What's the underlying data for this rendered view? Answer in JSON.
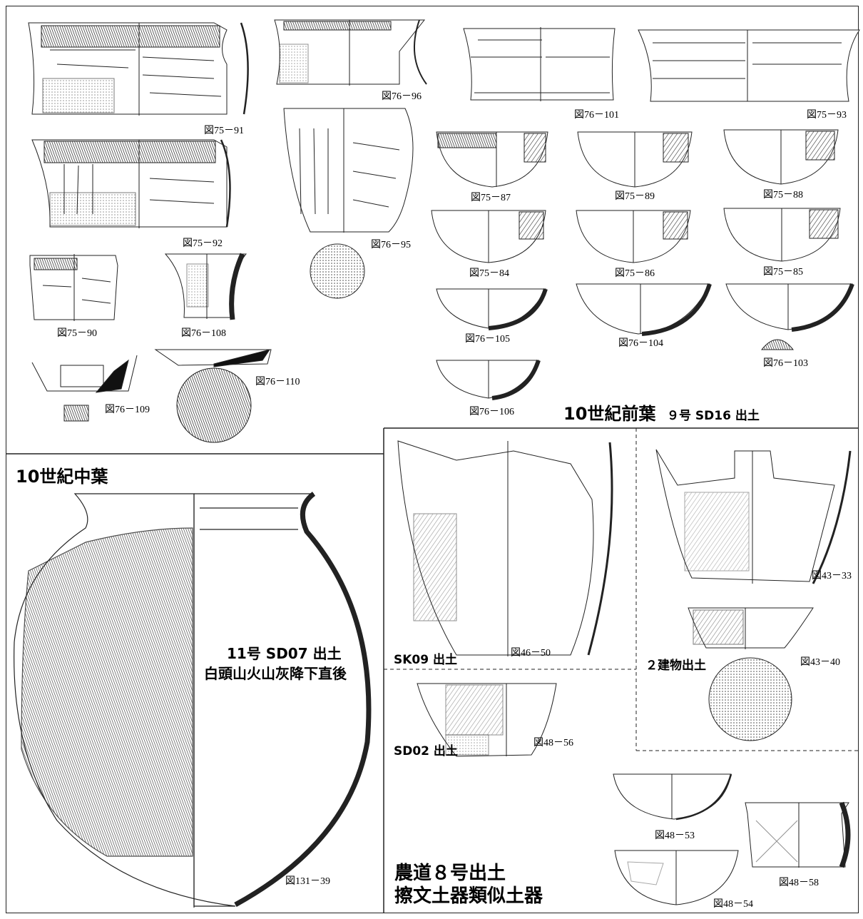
{
  "sections": {
    "early_10c": {
      "title": "10世紀前葉",
      "subtitle": "９号 SD16 出土"
    },
    "mid_10c": {
      "title": "10世紀中葉"
    },
    "sd07": {
      "line1": "11号 SD07 出土",
      "line2": "白頭山火山灰降下直後"
    },
    "sk09": {
      "title": "SK09 出土"
    },
    "bldg2": {
      "title": "２建物出土"
    },
    "sd02": {
      "title": "SD02 出土"
    },
    "road8": {
      "line1": "農道８号出土",
      "line2": "擦文土器類似土器"
    }
  },
  "figures": {
    "f75_91": "図75－91",
    "f75_92": "図75－92",
    "f76_96": "図76－96",
    "f76_95": "図76－95",
    "f76_101": "図76－101",
    "f75_93": "図75－93",
    "f75_87": "図75－87",
    "f75_89": "図75－89",
    "f75_88": "図75－88",
    "f75_84": "図75－84",
    "f75_86": "図75－86",
    "f75_85": "図75－85",
    "f75_90": "図75－90",
    "f76_108": "図76－108",
    "f76_105": "図76－105",
    "f76_104": "図76－104",
    "f76_103": "図76－103",
    "f76_109": "図76－109",
    "f76_110": "図76－110",
    "f76_106": "図76－106",
    "f46_50": "図46－50",
    "f43_33": "図43－33",
    "f43_40": "図43－40",
    "f48_56": "図48－56",
    "f48_53": "図48－53",
    "f48_58": "図48－58",
    "f48_54": "図48－54",
    "f131_39": "図131－39"
  }
}
